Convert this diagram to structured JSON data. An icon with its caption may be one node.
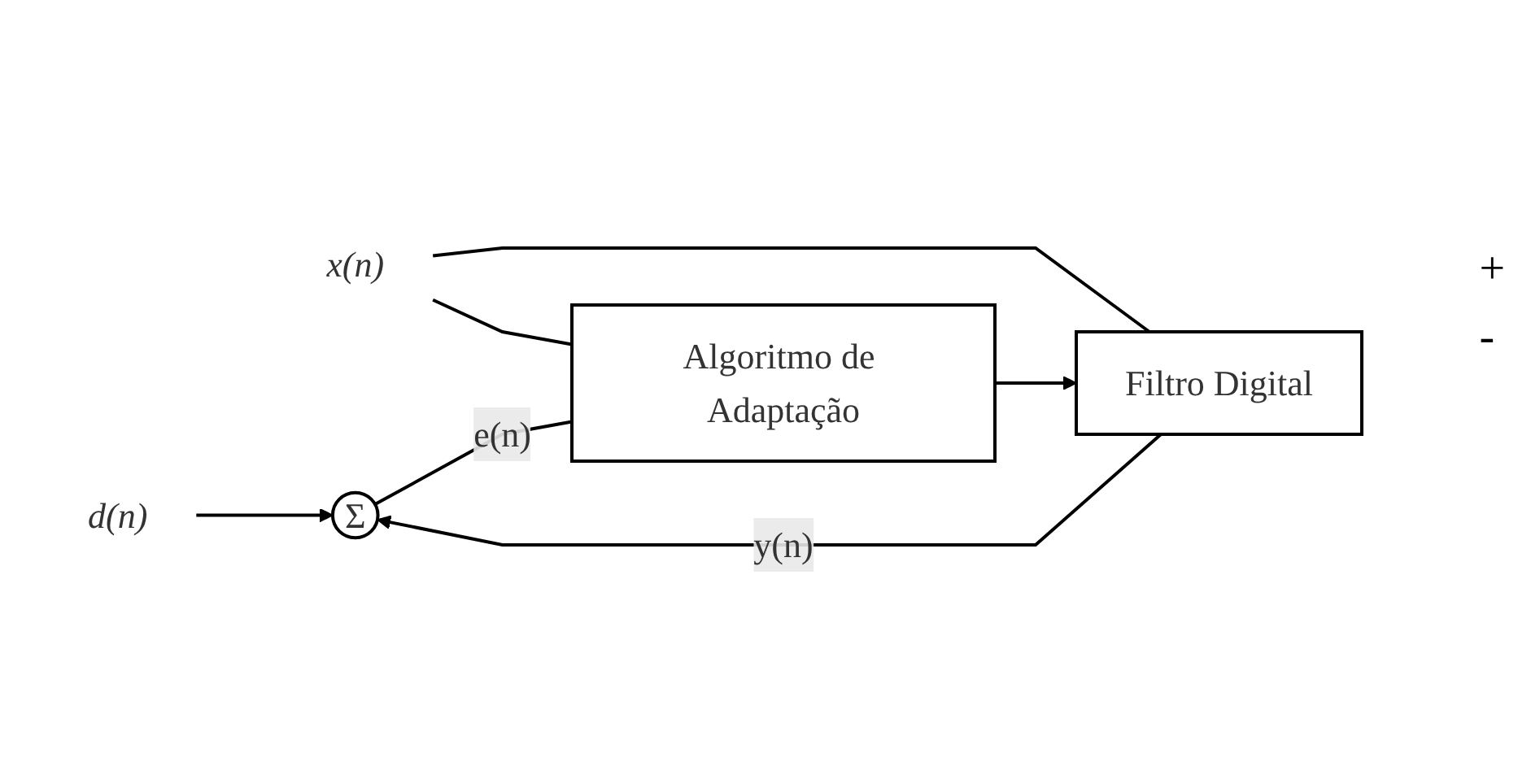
{
  "diagram": {
    "nodes": [
      {
        "text": [
          "d(n)"
        ]
      },
      {
        "text": [
          "x(n)"
        ]
      },
      {
        "text": [
          "Filtro Digital"
        ]
      },
      {
        "text": [
          "Σ"
        ]
      },
      {
        "text": [
          "Algoritmo de Adaptação"
        ]
      }
    ],
    "edges": [
      {
        "from": 0,
        "to": 3,
        "arrow": "to"
      },
      {
        "from": 1,
        "to": 2,
        "arrow": "none"
      },
      {
        "from": 1,
        "to": 4,
        "arrow": "none"
      },
      {
        "from": 2,
        "to": 3,
        "arrow": "to",
        "label": "y(n)"
      },
      {
        "from": 3,
        "to": 4,
        "arrow": "none",
        "label": "e(n)"
      },
      {
        "from": 4,
        "to": 2,
        "arrow": "to"
      }
    ],
    "labels": [
      "+",
      "-"
    ]
  }
}
